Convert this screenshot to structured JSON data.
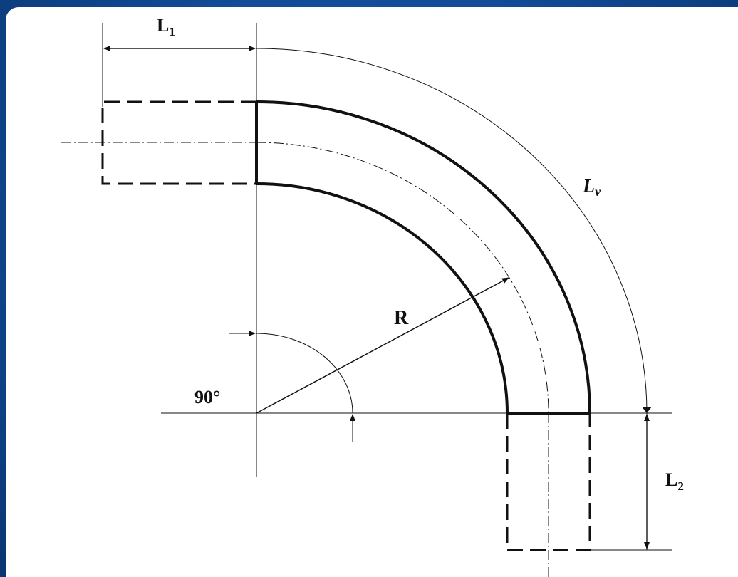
{
  "diagram": {
    "labels": {
      "l1_main": "L",
      "l1_sub": "1",
      "l2_main": "L",
      "l2_sub": "2",
      "lv_main": "L",
      "lv_sub": "v",
      "radius": "R",
      "angle": "90°"
    },
    "colors": {
      "background_frame": "#114a95",
      "panel": "#ffffff",
      "ink": "#111111"
    }
  }
}
